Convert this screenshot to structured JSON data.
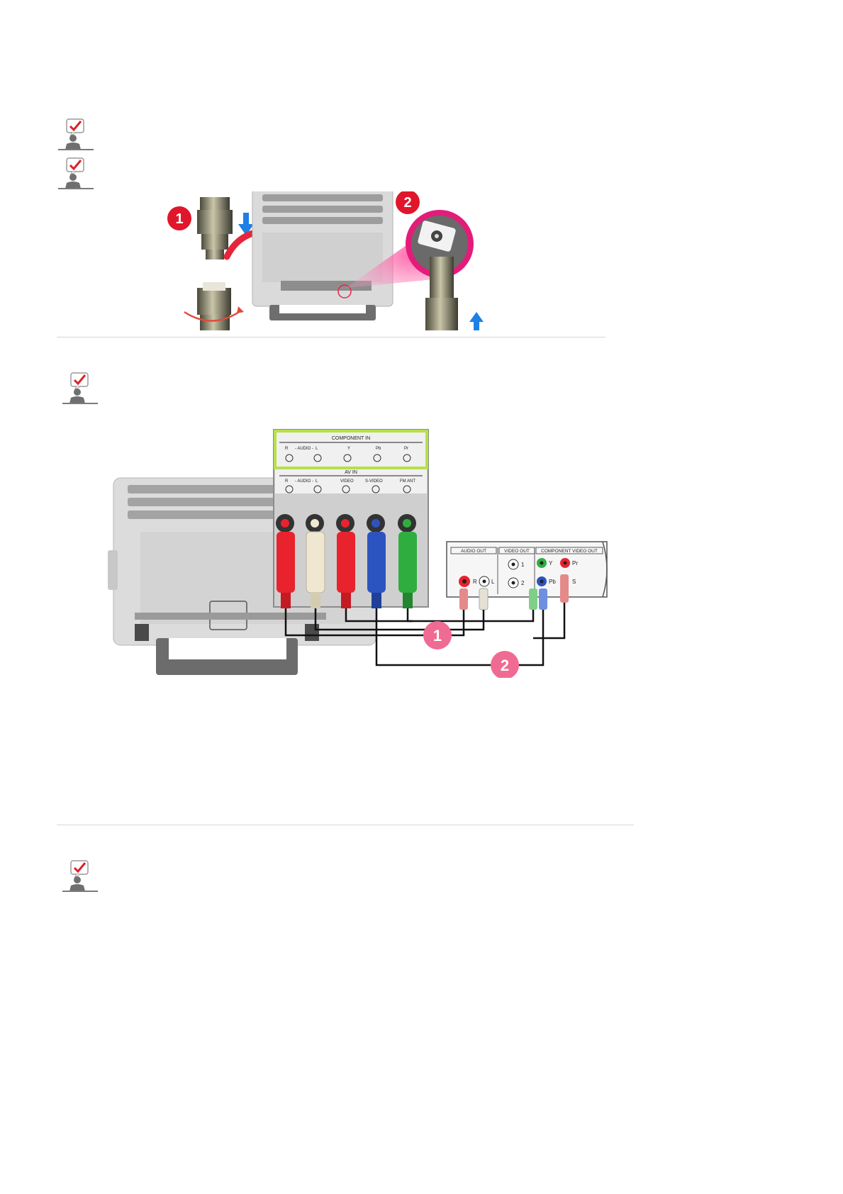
{
  "figure_antenna": {
    "step_markers": [
      "1",
      "2"
    ]
  },
  "figure_component": {
    "step_markers": [
      "1",
      "2"
    ],
    "monitor_panel": {
      "component_in_title": "COMPONENT IN",
      "component_in_labels": [
        "R",
        "- AUDIO -",
        "L",
        "Y",
        "Pb",
        "Pr"
      ],
      "av_in_title": "AV IN",
      "av_in_labels": [
        "R",
        "- AUDIO -",
        "L",
        "VIDEO",
        "S-VIDEO",
        "FM ANT"
      ]
    },
    "source_panel": {
      "audio_out": "AUDIO OUT",
      "video_out": "VIDEO OUT",
      "component_video_out": "COMPONENT VIDEO OUT",
      "jack_labels": [
        "R",
        "L",
        "1",
        "2",
        "Y",
        "Pb",
        "Pr",
        "S"
      ]
    }
  },
  "colors": {
    "step_red": "#e0162b",
    "step_pink": "#f06b93",
    "arrow_blue": "#1e7fe6",
    "plug_red": "#e8232d",
    "plug_white": "#efe7d2",
    "plug_blue": "#2c54c0",
    "plug_green": "#2fae3f",
    "highlight_green": "#b7e04a"
  }
}
